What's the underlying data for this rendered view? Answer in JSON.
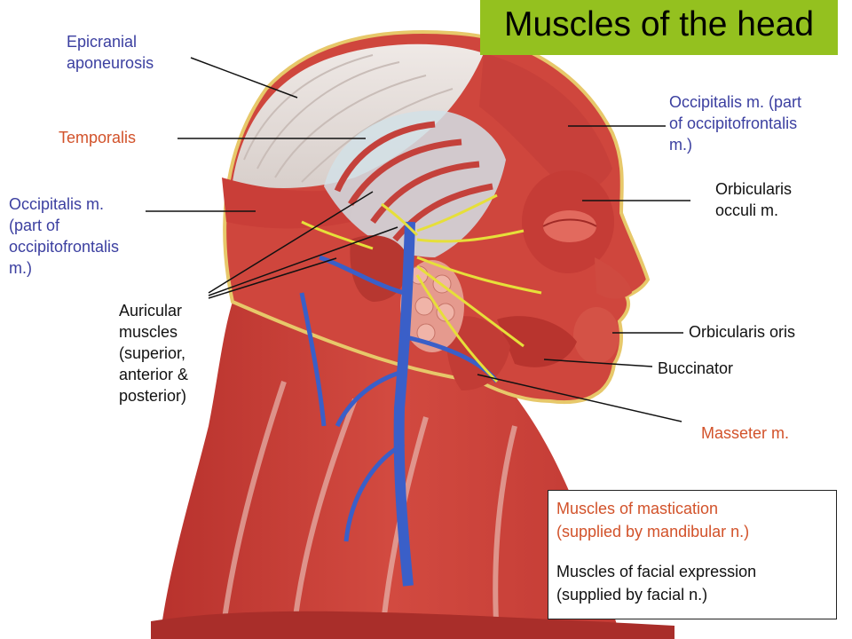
{
  "title": "Muscles of the head",
  "colors": {
    "title_bg": "#94c11f",
    "label_blue": "#3b3fa0",
    "label_orange": "#d2522a",
    "muscle_red": "#c9413a",
    "tendon_white": "#e6e0dc",
    "vein_blue": "#3a5fc8",
    "nerve_yellow": "#e6df3a",
    "gland_pink": "#e59a8e"
  },
  "labels": {
    "epicranial": [
      "Epicranial",
      "aponeurosis"
    ],
    "temporalis": [
      "Temporalis"
    ],
    "occipitalis_right": [
      "Occipitalis m. (part",
      "of occipitofrontalis",
      "m.)"
    ],
    "occipitalis_left": [
      "Occipitalis m.",
      "(part of",
      "occipitofrontalis",
      "m.)"
    ],
    "orbicularis_occuli": [
      "Orbicularis",
      "occuli m."
    ],
    "auricular": [
      "Auricular",
      "muscles",
      "(superior,",
      "anterior &",
      "posterior)"
    ],
    "orbicularis_oris": [
      "Orbicularis oris"
    ],
    "buccinator": [
      "Buccinator"
    ],
    "masseter": [
      "Masseter m."
    ]
  },
  "legend": {
    "mastication": [
      "Muscles of mastication",
      "(supplied by mandibular n.)"
    ],
    "facial": [
      "Muscles of facial expression",
      "(supplied by facial n.)"
    ]
  }
}
